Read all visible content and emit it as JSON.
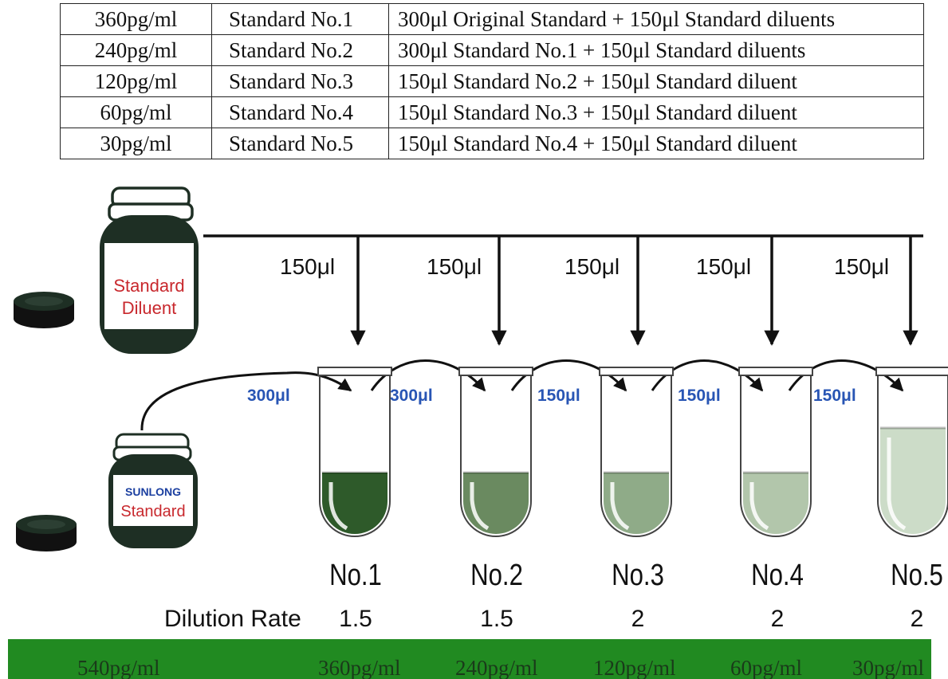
{
  "dilution_table": {
    "rows": [
      {
        "concentration": "360pg/ml",
        "standard": "Standard No.1",
        "preparation": "300μl Original Standard + 150μl Standard diluents"
      },
      {
        "concentration": "240pg/ml",
        "standard": "Standard No.2",
        "preparation": "300μl Standard No.1 + 150μl Standard diluents"
      },
      {
        "concentration": "120pg/ml",
        "standard": "Standard No.3",
        "preparation": "150μl Standard No.2 + 150μl Standard diluent"
      },
      {
        "concentration": "60pg/ml",
        "standard": "Standard No.4",
        "preparation": "150μl Standard No.3 + 150μl Standard diluent"
      },
      {
        "concentration": "30pg/ml",
        "standard": "Standard No.5",
        "preparation": "150μl Standard No.4 + 150μl Standard diluent"
      }
    ]
  },
  "diluent_bottle": {
    "label_line1": "Standard",
    "label_line2": "Diluent"
  },
  "standard_bottle": {
    "brand": "SUNLONG",
    "label": "Standard"
  },
  "diluent_additions": [
    "150μl",
    "150μl",
    "150μl",
    "150μl",
    "150μl"
  ],
  "transfer_volumes": [
    "300μl",
    "300μl",
    "150μl",
    "150μl",
    "150μl"
  ],
  "tubes": [
    {
      "label": "No.1",
      "dilution_rate": "1.5",
      "fill_color": "#2e5a2a"
    },
    {
      "label": "No.2",
      "dilution_rate": "1.5",
      "fill_color": "#6a8a60"
    },
    {
      "label": "No.3",
      "dilution_rate": "2",
      "fill_color": "#8fab88"
    },
    {
      "label": "No.4",
      "dilution_rate": "2",
      "fill_color": "#b2c6ab"
    },
    {
      "label": "No.5",
      "dilution_rate": "2",
      "fill_color": "#ccdcc8"
    }
  ],
  "dilution_rate_label": "Dilution Rate",
  "concentration_bar": [
    "540pg/ml",
    "360pg/ml",
    "240pg/ml",
    "120pg/ml",
    "60pg/ml",
    "30pg/ml"
  ],
  "colors": {
    "diluent_label": "#c8282d",
    "volume_label": "#2855b4",
    "brand": "#1b3fa0",
    "bar": "#218a21",
    "bottle_dark": "#1e2f24"
  }
}
